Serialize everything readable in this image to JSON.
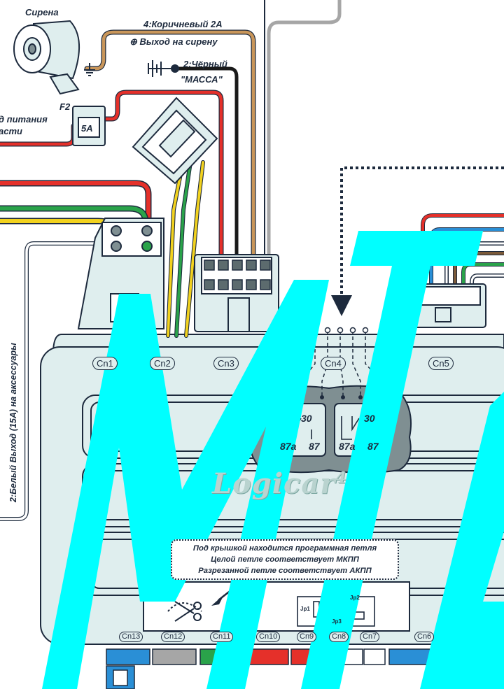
{
  "labels": {
    "siren": "Сирена",
    "brown": "4:Коричневый 2А",
    "siren_out": "⊕ Выход на сирену",
    "black": "2:Чёрный",
    "ground": "\"МАССА\"",
    "fuse_name": "F2",
    "fuse_value": "5A",
    "power_1": "д питания",
    "power_2": "асти",
    "white_out": "2:Белый  Выход (15А) на аксессуары"
  },
  "connectors": [
    "Cn1",
    "Cn2",
    "Cn3",
    "Cn4",
    "Cn5"
  ],
  "bottom_connectors": [
    "Cn13",
    "Cn12",
    "Cn11",
    "Cn10",
    "Cn9",
    "Cn8",
    "Cn7",
    "Cn6"
  ],
  "relays": {
    "left": {
      "top": "30",
      "nc": "87a",
      "no": "87"
    },
    "right": {
      "top": "30",
      "nc": "87a",
      "no": "87"
    }
  },
  "logo": {
    "name": "Logicar",
    "number": "4"
  },
  "note": [
    "Под крышкой находится программная петля",
    "Целой петле соответствует МКПП",
    "Разрезанной петле соответствует АКПП"
  ],
  "jumpers": {
    "jp1": "Jp1",
    "jp2": "Jp2",
    "jp3": "Jp3"
  },
  "colors": {
    "wire_red": "#e5302a",
    "wire_black": "#1a1a1a",
    "wire_brown": "#c9965a",
    "wire_green": "#2aa34a",
    "wire_yellow": "#f2d21e",
    "wire_blue": "#2a8fd6",
    "wire_gray": "#a6a6a6",
    "body": "#dfeeee",
    "outline": "#1d2a3d",
    "relay_block": "#7f8f92",
    "watermark": "#00ffff"
  },
  "watermark": "MTA"
}
